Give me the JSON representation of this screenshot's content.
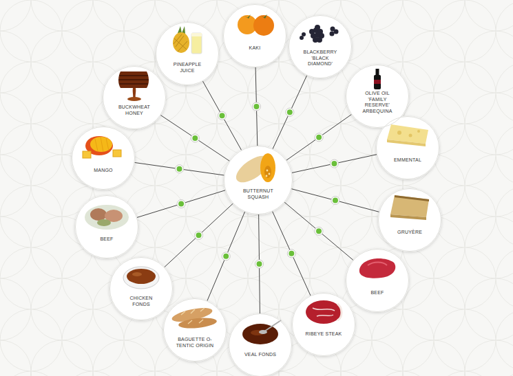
{
  "diagram": {
    "nodes": [
      {
        "text": [
          "BUTTERNUT SQUASH"
        ]
      },
      {
        "text": [
          "PINEAPPLE JUICE"
        ]
      },
      {
        "text": [
          "KAKI"
        ]
      },
      {
        "text": [
          "BLACKBERRY 'BLACK DIAMOND'"
        ]
      },
      {
        "text": [
          "BUCKWHEAT HONEY"
        ]
      },
      {
        "text": [
          "OLIVE OIL 'FAMILY RESERVE' ARBEQUINA"
        ]
      },
      {
        "text": [
          "MANGO"
        ]
      },
      {
        "text": [
          "EMMENTAL"
        ]
      },
      {
        "text": [
          "BEEF"
        ]
      },
      {
        "text": [
          "GRUYÈRE"
        ]
      },
      {
        "text": [
          "CHICKEN FONDS"
        ]
      },
      {
        "text": [
          "BEEF"
        ]
      },
      {
        "text": [
          "BAGUETTE O-TENTIC ORIGIN"
        ]
      },
      {
        "text": [
          "RIBEYE STEAK"
        ]
      },
      {
        "text": [
          "VEAL FONDS"
        ]
      }
    ],
    "edges": [
      {
        "from": 0,
        "to": 1,
        "arrow": "none"
      },
      {
        "from": 0,
        "to": 2,
        "arrow": "none"
      },
      {
        "from": 0,
        "to": 3,
        "arrow": "none"
      },
      {
        "from": 0,
        "to": 4,
        "arrow": "none"
      },
      {
        "from": 0,
        "to": 5,
        "arrow": "none"
      },
      {
        "from": 0,
        "to": 6,
        "arrow": "none"
      },
      {
        "from": 0,
        "to": 7,
        "arrow": "none"
      },
      {
        "from": 0,
        "to": 8,
        "arrow": "none"
      },
      {
        "from": 0,
        "to": 9,
        "arrow": "none"
      },
      {
        "from": 0,
        "to": 10,
        "arrow": "none"
      },
      {
        "from": 0,
        "to": 11,
        "arrow": "none"
      },
      {
        "from": 0,
        "to": 12,
        "arrow": "none"
      },
      {
        "from": 0,
        "to": 13,
        "arrow": "none"
      },
      {
        "from": 0,
        "to": 14,
        "arrow": "none"
      }
    ]
  }
}
